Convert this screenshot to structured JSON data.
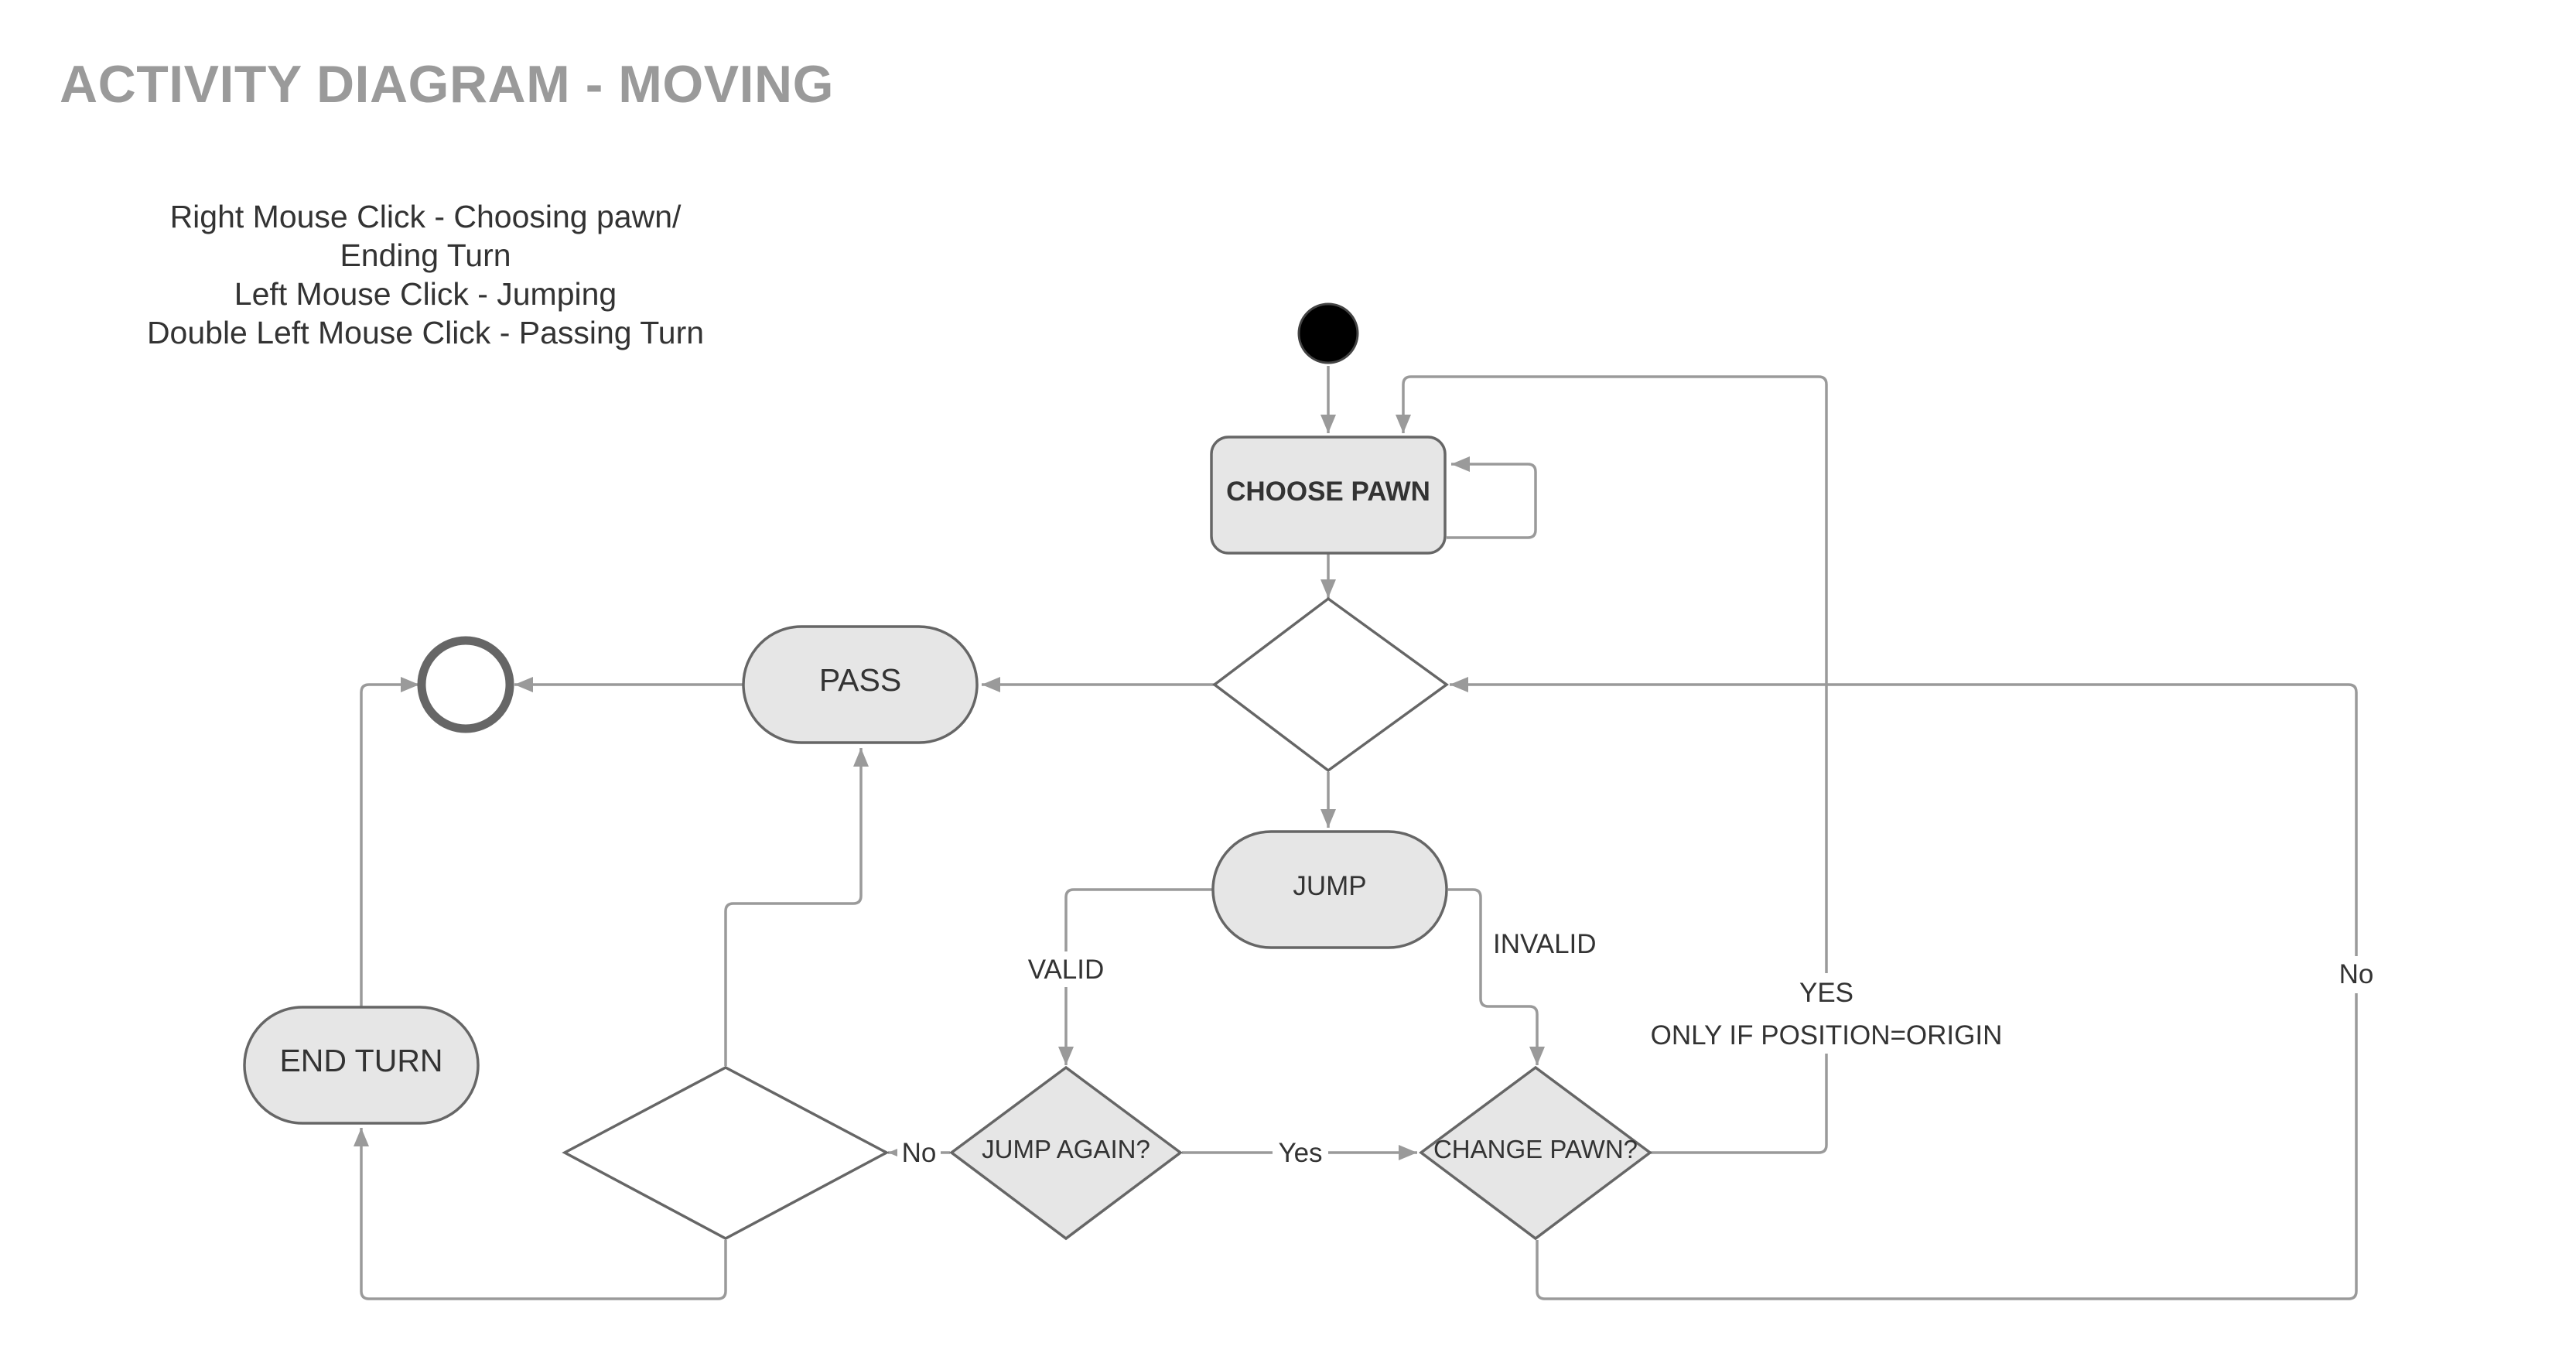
{
  "title": "ACTIVITY DIAGRAM - MOVING",
  "legend": {
    "lines": [
      "Right Mouse Click - Choosing pawn/",
      "Ending Turn",
      "Left Mouse Click - Jumping",
      "Double Left Mouse Click - Passing Turn"
    ]
  },
  "nodes": {
    "start": {
      "type": "initial"
    },
    "choose_pawn": {
      "label": "CHOOSE PAWN",
      "type": "activity"
    },
    "decision_main": {
      "label": "",
      "type": "decision"
    },
    "pass": {
      "label": "PASS",
      "type": "activity"
    },
    "end": {
      "type": "final"
    },
    "jump": {
      "label": "JUMP",
      "type": "activity"
    },
    "jump_again": {
      "label": "JUMP AGAIN?",
      "type": "decision"
    },
    "change_pawn": {
      "label": "CHANGE PAWN?",
      "type": "decision"
    },
    "decision_left": {
      "label": "",
      "type": "decision"
    },
    "end_turn": {
      "label": "END TURN",
      "type": "activity"
    }
  },
  "edge_labels": {
    "valid": "VALID",
    "invalid": "INVALID",
    "no_jump_again": "No",
    "yes_jump_again": "Yes",
    "yes_change": "YES",
    "yes_change_condition": "ONLY IF POSITION=ORIGIN",
    "no_change": "No"
  },
  "colors": {
    "node_fill": "#e6e6e6",
    "node_stroke": "#666666",
    "edge_stroke": "#9a9a9a",
    "title": "#9a9a9a",
    "text": "#333333"
  }
}
